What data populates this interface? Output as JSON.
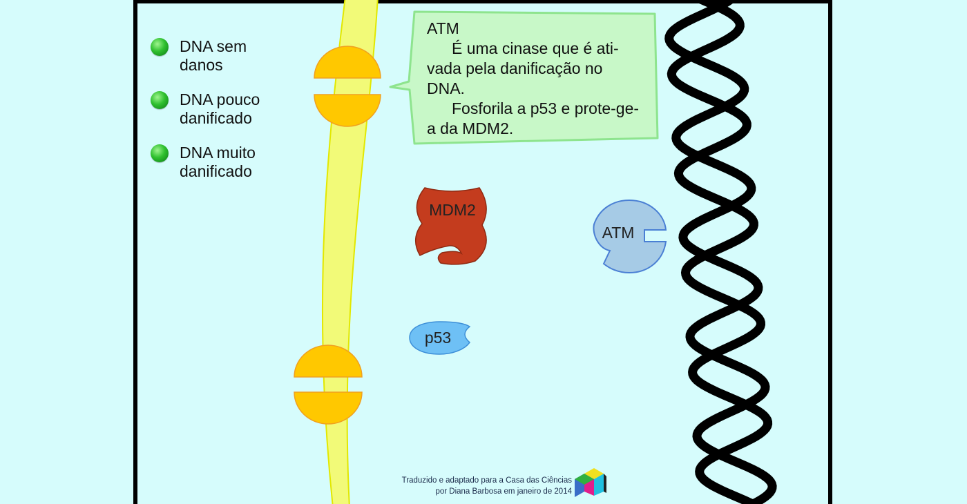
{
  "legend": {
    "items": [
      {
        "label": "DNA sem danos"
      },
      {
        "label": "DNA pouco danificado"
      },
      {
        "label": "DNA muito danificado"
      }
    ]
  },
  "callout": {
    "title": "ATM",
    "paragraph1": "É uma cinase que é ati-vada pela danificação no DNA.",
    "paragraph2": "Fosforila a p53 e prote-ge-a da MDM2."
  },
  "proteins": {
    "mdm2": "MDM2",
    "atm": "ATM",
    "p53": "p53"
  },
  "credits": {
    "line1": "Traduzido e adaptado para a Casa das Ciências",
    "line2": "por Diana Barbosa em janeiro de 2014"
  },
  "colors": {
    "background": "#d6fcfc",
    "membrane": "#f2fa78",
    "channel": "#ffc800",
    "bubble": "#c8f8c8",
    "mdm2": "#c43c1e",
    "atm": "#a6cbe6",
    "p53": "#6ec0f5",
    "dna": "#000000"
  }
}
